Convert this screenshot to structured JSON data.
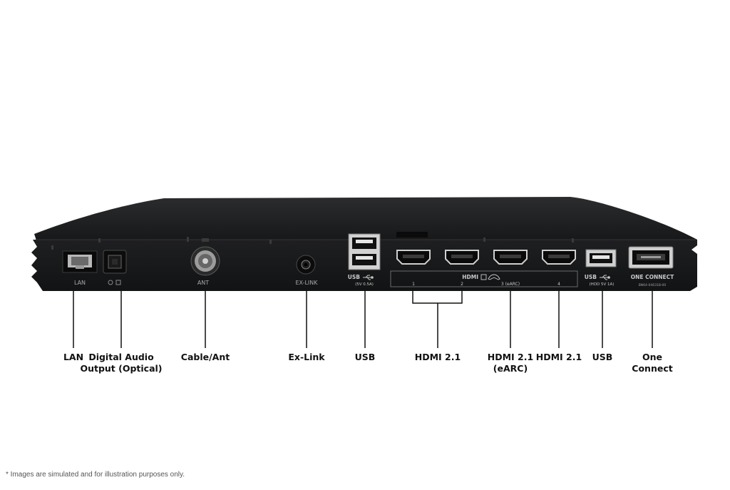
{
  "device": {
    "port_labels": {
      "lan": "LAN",
      "ant": "ANT",
      "exlink": "EX-LINK",
      "usb_left": "USB",
      "usb_left_spec": "(5V 0.5A)",
      "hdmi_group": "HDMI",
      "hdmi_1": "1",
      "hdmi_2": "2",
      "hdmi_3": "3 (eARC)",
      "hdmi_4": "4",
      "usb_right": "USB",
      "usb_right_spec": "(HDD 5V 1A)",
      "one_connect": "ONE CONNECT",
      "model": "BN64-04631B-00"
    }
  },
  "callouts": [
    {
      "id": "lan",
      "text": "LAN"
    },
    {
      "id": "optical",
      "text": "Digital Audio\nOutput (Optical)"
    },
    {
      "id": "cable",
      "text": "Cable/Ant"
    },
    {
      "id": "exlink",
      "text": "Ex-Link"
    },
    {
      "id": "usb1",
      "text": "USB"
    },
    {
      "id": "hdmi12",
      "text": "HDMI 2.1"
    },
    {
      "id": "hdmi3",
      "text": "HDMI 2.1\n(eARC)"
    },
    {
      "id": "hdmi4",
      "text": "HDMI 2.1"
    },
    {
      "id": "usb2",
      "text": "USB"
    },
    {
      "id": "oneconnect",
      "text": "One\nConnect"
    }
  ],
  "disclaimer": "* Images are simulated and for illustration purposes only.",
  "colors": {
    "body": "#1c1d1f",
    "top": "#232426",
    "line": "#111111",
    "port": "#050505"
  },
  "icons": {
    "usb": "usb-trident-icon",
    "hdmi": "hdmi-port-icon",
    "optical": "optical-port-icon"
  }
}
